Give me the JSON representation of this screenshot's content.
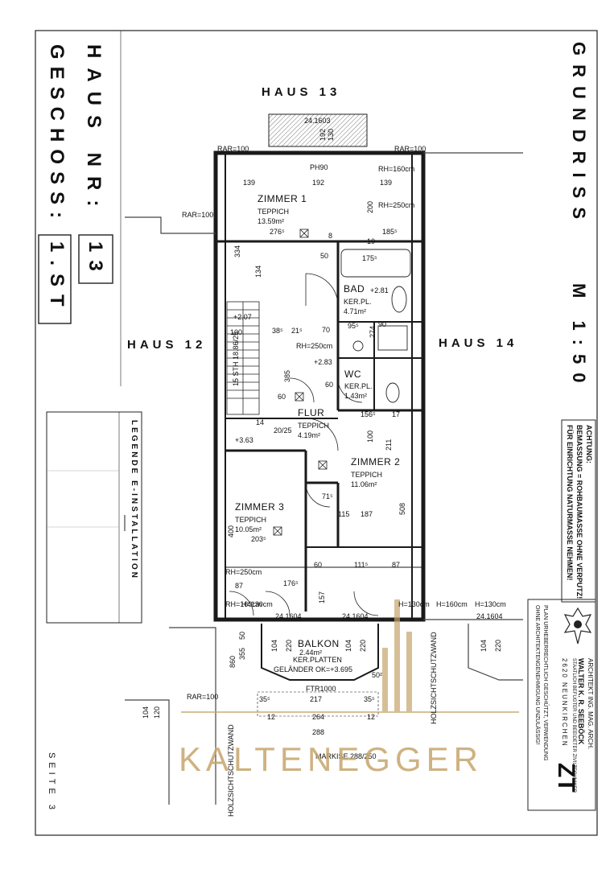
{
  "header": {
    "haus_nr_label": "HAUS NR:",
    "haus_nr_value": "13",
    "geschoss_label": "GESCHOSS:",
    "geschoss_value": "1.ST",
    "grundriss_title": "GRUNDRISS",
    "scale": "M 1:50"
  },
  "neighbors": {
    "top": "HAUS 13",
    "left": "HAUS 12",
    "right": "HAUS 14"
  },
  "rooms": [
    {
      "name": "ZIMMER 1",
      "floor": "TEPPICH",
      "area": "13.59m²"
    },
    {
      "name": "BAD",
      "floor": "KER.PL.",
      "area": "4.71m²"
    },
    {
      "name": "WC",
      "floor": "KER.PL.",
      "area": "1.43m²"
    },
    {
      "name": "FLUR",
      "floor": "TEPPICH",
      "area": "4.19m²"
    },
    {
      "name": "ZIMMER 2",
      "floor": "TEPPICH",
      "area": "11.06m²"
    },
    {
      "name": "ZIMMER 3",
      "floor": "TEPPICH",
      "area": "10.05m²"
    },
    {
      "name": "BALKON",
      "floor": "KER.PLATTEN",
      "area": "2.44m²"
    }
  ],
  "annotations": {
    "rh_250_a": "RH=250cm",
    "rh_250_b": "RH=250cm",
    "rh_250_c": "RH=250cm",
    "rh_160_a": "RH=160cm",
    "rh_160_b": "RH=160cm",
    "rar_100_a": "RAR=100",
    "rar_100_b": "RAR=100",
    "rar_100_c": "RAR=100",
    "rar_100_d": "RAR=100",
    "ph90": "PH90",
    "gelaender": "GELÄNDER OK=+3.695",
    "ftr": "FTR1000",
    "markise": "MARKISE 288/250",
    "level_283": "+2.83",
    "level_281": "+2.81",
    "level_207": "+2.07",
    "level_363": "+3.63",
    "stair": "15 STH 18.86/25",
    "stair_b": "20/25",
    "window_top": "24.1603",
    "window_1": "24.1604",
    "window_2": "24.1604",
    "window_3": "24.1604",
    "holz_left": "HOLZSICHTSCHUTZWAND",
    "holz_right": "HOLZSICHTSCHUTZWAND",
    "h130a": "H=130cm",
    "h130b": "H=130cm",
    "h130c": "H=130cm",
    "h160r": "H=160cm"
  },
  "dimensions": {
    "d139a": "139",
    "d192": "192",
    "d139b": "139",
    "d200a": "200",
    "d276": "276⁵",
    "d185": "185⁵",
    "d334": "334",
    "d134": "134",
    "d175": "175⁵",
    "d50a": "50",
    "d8a": "8",
    "d10a": "10",
    "d100": "100",
    "d38": "38⁵",
    "d21": "21⁵",
    "d70": "70",
    "d95": "95⁵",
    "d274": "274",
    "d90": "90",
    "d385": "385",
    "d60a": "60",
    "d60b": "60",
    "d156": "156⁵",
    "d17": "17",
    "d14": "14",
    "d211": "211",
    "d100b": "100",
    "d508": "508",
    "d71": "71⁵",
    "d115": "115",
    "d187": "187",
    "d400": "400",
    "d203": "203⁵",
    "d60c": "60",
    "d111": "111⁵",
    "d87a": "87",
    "d87b": "87",
    "d176": "176⁵",
    "d157": "157",
    "d104a": "104",
    "d220a": "220",
    "d104b": "104",
    "d220b": "220",
    "d104c": "104",
    "d220c": "220",
    "d35a": "35⁵",
    "d217": "217",
    "d35b": "35⁵",
    "d12a": "12",
    "d264": "264",
    "d12b": "12",
    "d288": "288",
    "d355": "355",
    "d50b": "50",
    "d860": "860",
    "d192b": "192",
    "d130": "130",
    "d104d": "104",
    "d120": "120",
    "d502": "50²"
  },
  "legend": {
    "title": "LEGENDE E-INSTALLATION"
  },
  "notes": {
    "achtung_1": "ACHTUNG:",
    "achtung_2": "BEMASSUNG = ROHBAUMASSE OHNE VERPUTZ!",
    "achtung_3": "FÜR EINRICHTUNG NATURMASSE NEHMEN!"
  },
  "architect": {
    "line1": "ARCHITEKT ING. MAG. ARCH.",
    "line2": "WALTER K. R. SEEBÖCK",
    "line3": "STAATLICH BEFUGTER UND BEEIDETER ZIVILTECHNIKER",
    "line4": "2620 NEUNKIRCHEN",
    "line5": "PLAN URHEBERRECHTLICH GESCHÜTZT, VERWENDUNG",
    "line6": "OHNE ARCHITEKTENGENEHMIGUNG UNZULÄSSIG!",
    "zt": "ZT"
  },
  "footer": {
    "seite": "SEITE 3"
  },
  "watermark": {
    "text": "KALTENEGGER"
  },
  "colors": {
    "line": "#1a1a1a",
    "watermark": "#c6a56c",
    "hatch": "#555555"
  }
}
